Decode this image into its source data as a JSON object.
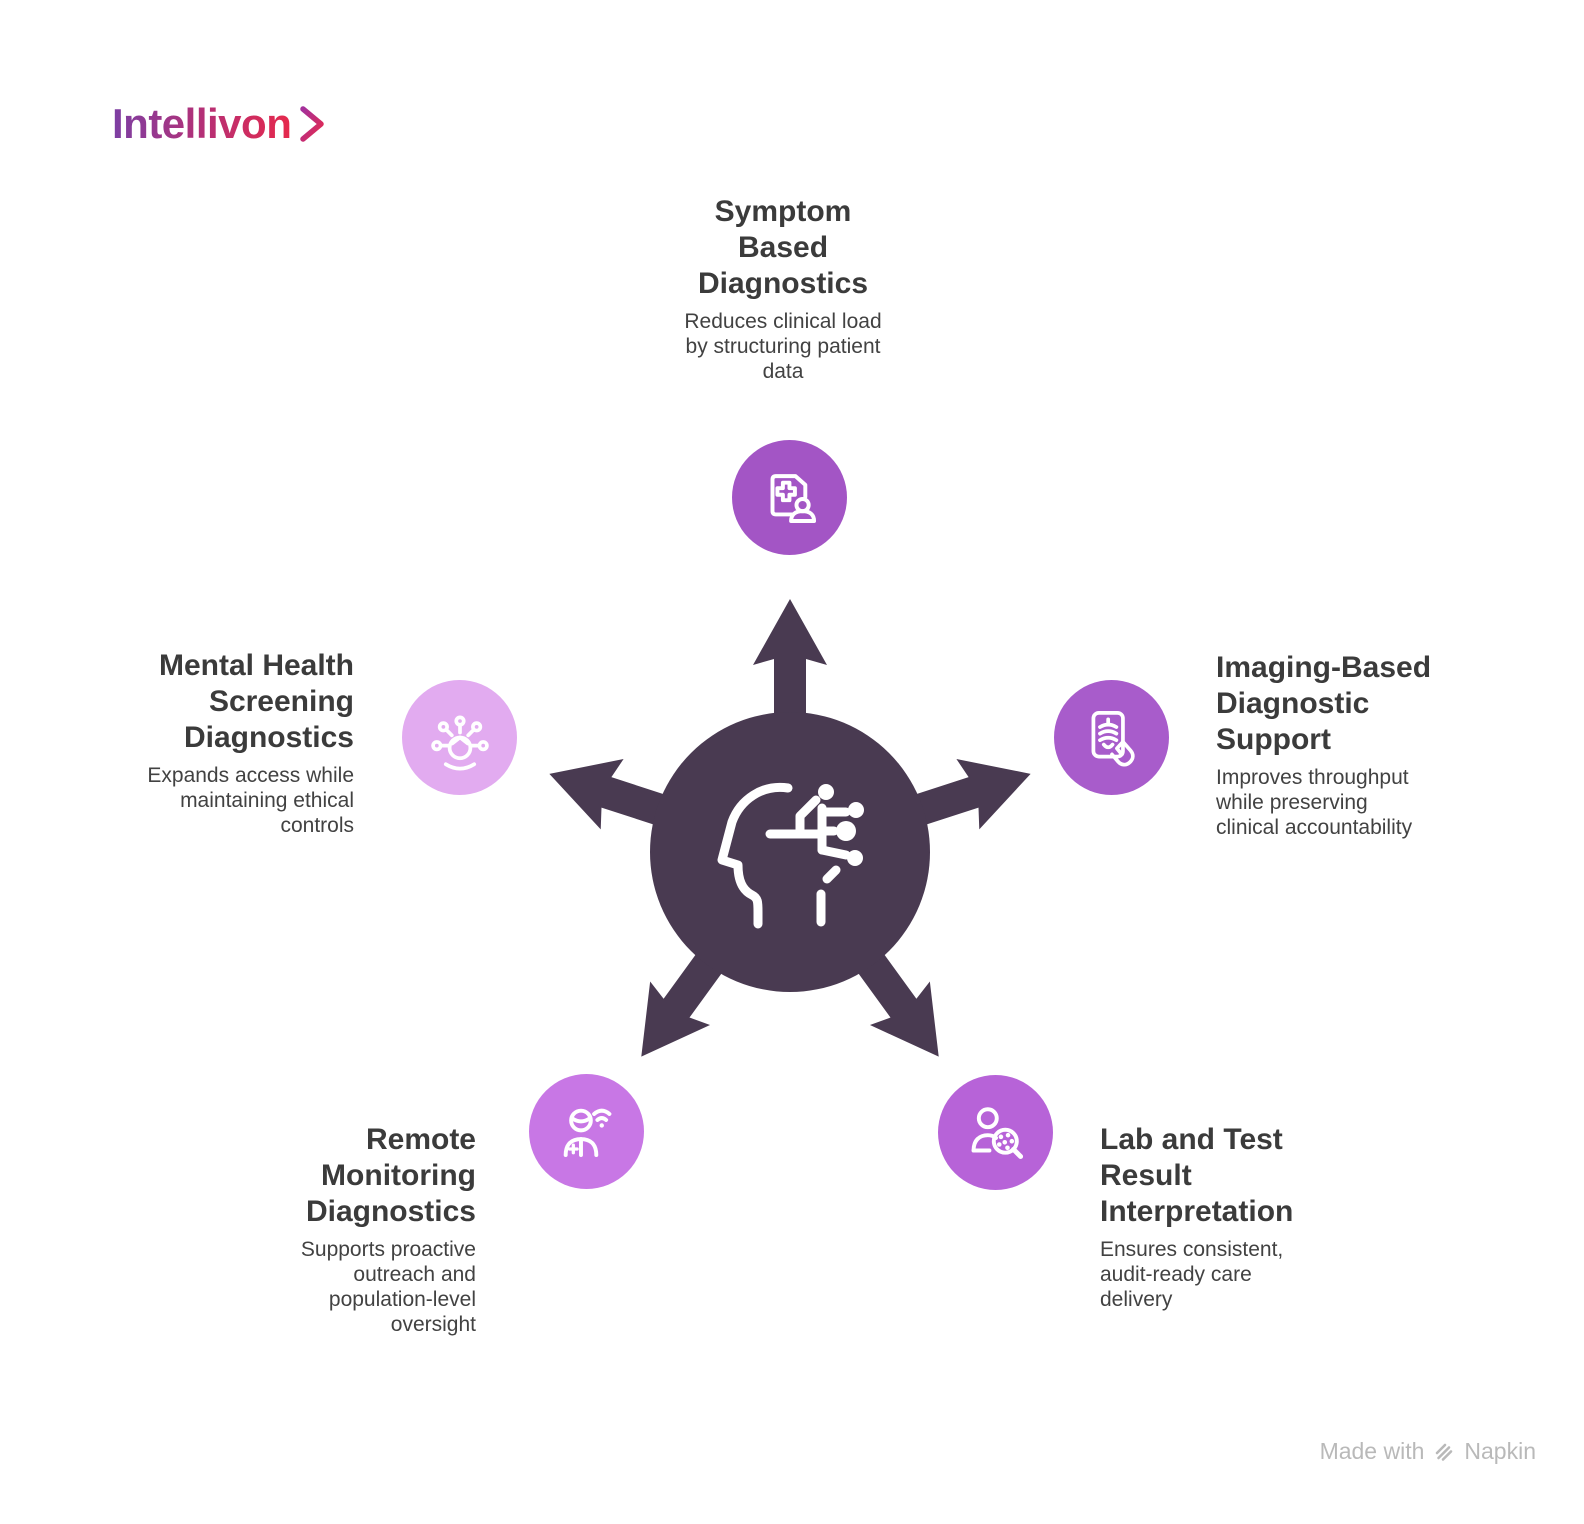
{
  "brand": {
    "name": "Intellivon",
    "gradient_start": "#7c3fa4",
    "gradient_end": "#e6294c"
  },
  "hub": {
    "icon": "ai-head-circuit-icon",
    "color": "#493a51"
  },
  "nodes": [
    {
      "id": "symptom-based",
      "position": "top",
      "title": "Symptom\nBased\nDiagnostics",
      "description": "Reduces clinical load\nby structuring patient\ndata",
      "circle_color": "#a355c5",
      "icon": "medical-record-patient-icon"
    },
    {
      "id": "imaging-based",
      "position": "right",
      "title": "Imaging-Based\nDiagnostic\nSupport",
      "description": "Improves throughput\nwhile preserving\nclinical accountability",
      "circle_color": "#a85ccb",
      "icon": "xray-hand-icon"
    },
    {
      "id": "lab-test",
      "position": "bottom-right",
      "title": "Lab and Test\nResult\nInterpretation",
      "description": "Ensures consistent,\naudit-ready care\ndelivery",
      "circle_color": "#b763d8",
      "icon": "person-magnifier-icon"
    },
    {
      "id": "remote-monitoring",
      "position": "bottom-left",
      "title": "Remote\nMonitoring\nDiagnostics",
      "description": "Supports proactive\noutreach and\npopulation-level\noversight",
      "circle_color": "#c877e5",
      "icon": "patient-wifi-icon"
    },
    {
      "id": "mental-health",
      "position": "left",
      "title": "Mental Health\nScreening\nDiagnostics",
      "description": "Expands access while\nmaintaining ethical\ncontrols",
      "circle_color": "#e2abf0",
      "icon": "brainstorm-head-icon"
    }
  ],
  "palette": {
    "heading_text": "#3b3b3b",
    "body_text": "#424242",
    "attribution_text": "#b9b9b9"
  },
  "attribution": {
    "made_with": "Made with",
    "brand": "Napkin"
  }
}
